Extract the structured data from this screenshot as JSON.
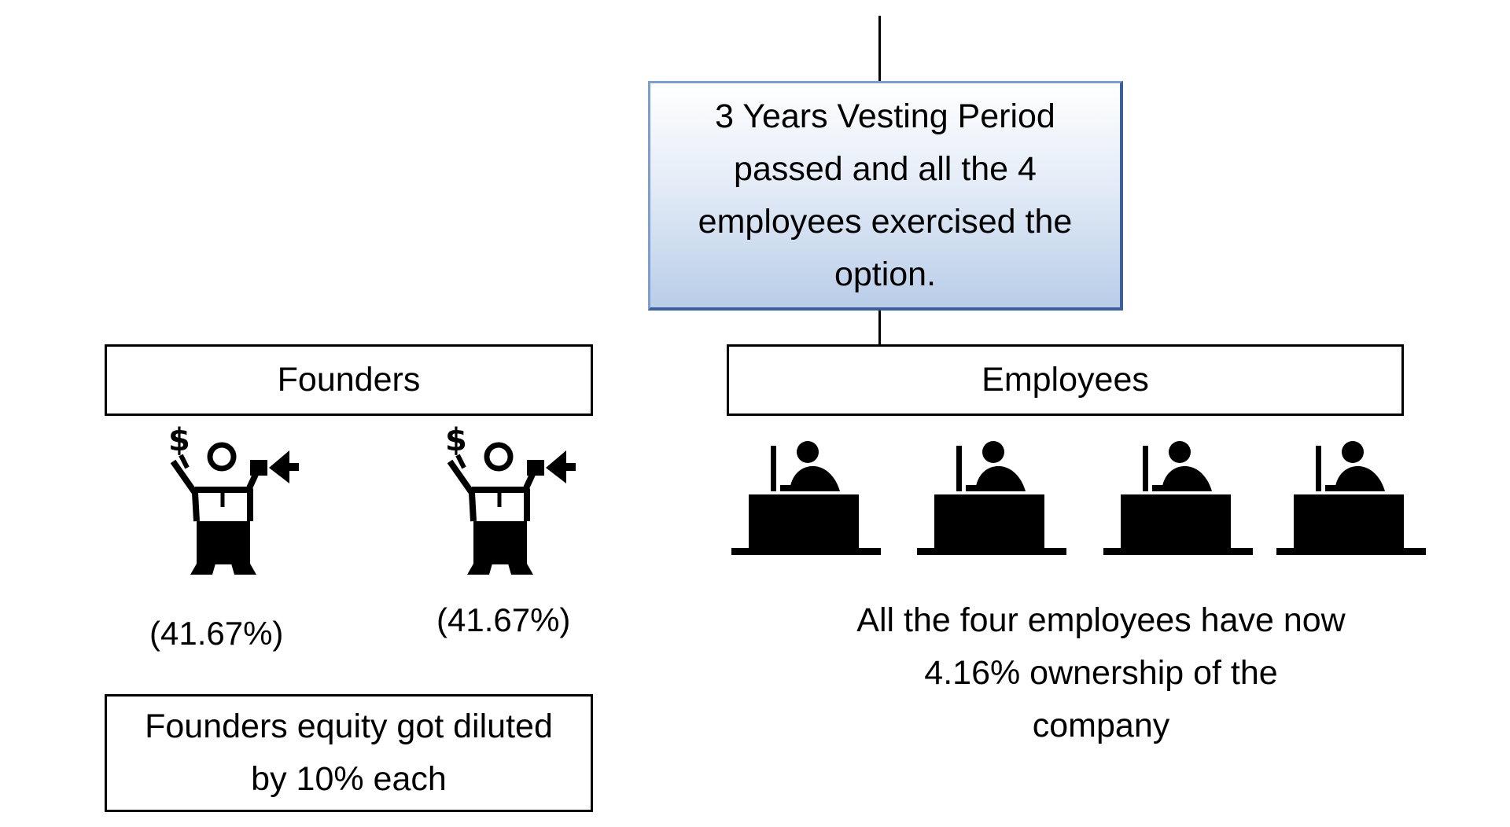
{
  "top_box": {
    "text": "3 Years Vesting Period\npassed and all the 4\nemployees exercised the\noption."
  },
  "founders": {
    "header": "Founders",
    "members": [
      {
        "icon": "founder-megaphone-icon",
        "share": "(41.67%)"
      },
      {
        "icon": "founder-megaphone-icon",
        "share": "(41.67%)"
      }
    ],
    "note": "Founders equity got diluted\nby 10% each"
  },
  "employees": {
    "header": "Employees",
    "icons": [
      "employee-at-desk-icon",
      "employee-at-desk-icon",
      "employee-at-desk-icon",
      "employee-at-desk-icon"
    ],
    "note": "All the four employees have now\n4.16%  ownership of the\ncompany"
  }
}
